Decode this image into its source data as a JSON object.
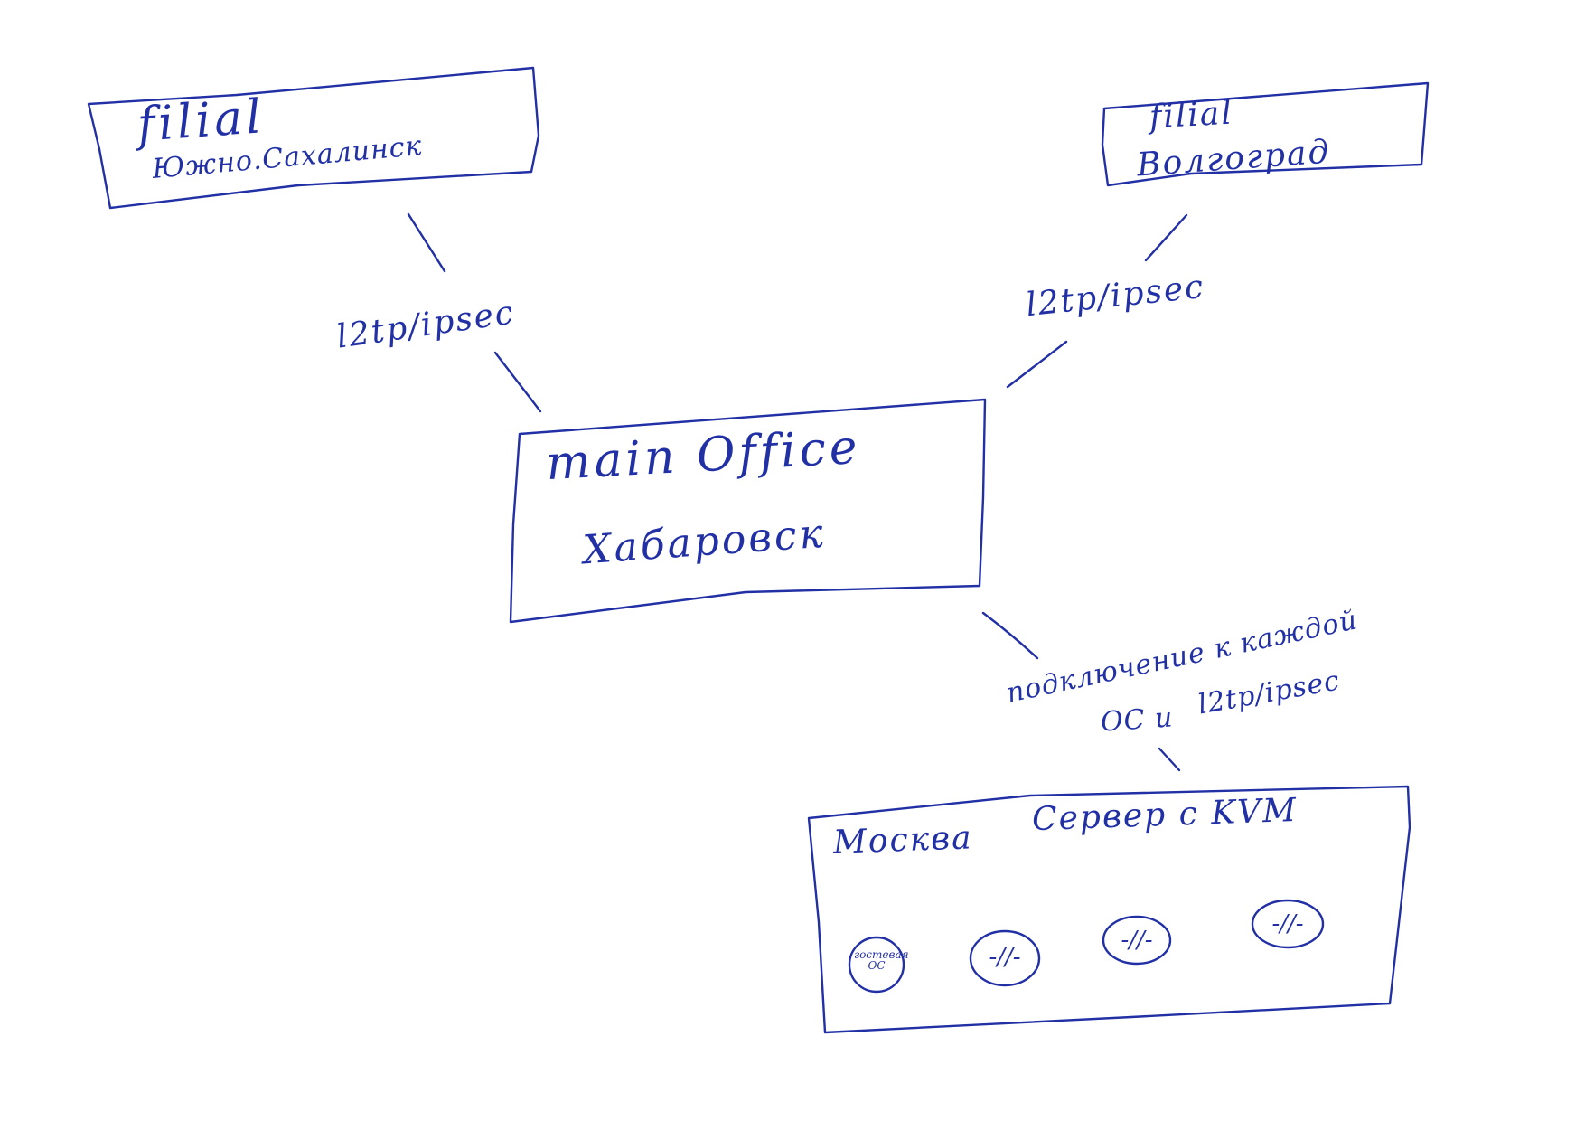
{
  "nodes": {
    "sakhalin": {
      "line1": "filial",
      "line2": "Южно.Сахалинск"
    },
    "volgograd": {
      "line1": "filial",
      "line2": "Волгоград"
    },
    "main": {
      "line1": "main Office",
      "line2": "Хабаровск"
    },
    "moscow": {
      "city": "Москва",
      "server": "Сервер с KVM",
      "vms": [
        {
          "label": "гостевая ОС"
        },
        {
          "label": "-//-"
        },
        {
          "label": "-//-"
        },
        {
          "label": "-//-"
        }
      ]
    }
  },
  "links": {
    "sakhalin_main": "l2tp/ipsec",
    "volgograd_main": "l2tp/ipsec",
    "moscow_main_line1": "подключение к каждой",
    "moscow_main_line2": "ОС и",
    "moscow_main_line3": "l2tp/ipsec"
  },
  "colors": {
    "ink": "#2230a6",
    "paper": "#ffffff"
  }
}
